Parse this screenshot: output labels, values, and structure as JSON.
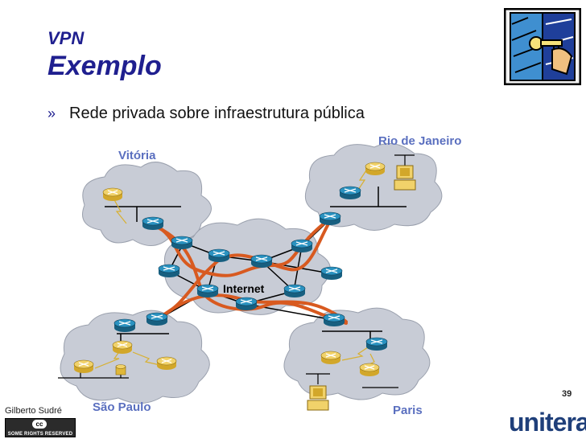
{
  "slide": {
    "title_small": "VPN",
    "title_large": "Exemplo",
    "bullet_mark": "»",
    "bullet_text": "Rede privada sobre infraestrutura pública",
    "author": "Gilberto Sudré",
    "page_number": "39",
    "brand": "unitera",
    "cc_badge": "cc",
    "cc_text": "SOME RIGHTS RESERVED"
  },
  "diagram": {
    "center_label": "Internet",
    "sites": [
      "Vitória",
      "Rio de Janeiro",
      "São Paulo",
      "Paris"
    ],
    "colors": {
      "cloud": "#c8ccd6",
      "router": "#1f7fa8",
      "tunnel": "#d85a20",
      "title": "#1f1f8f",
      "city": "#5a6fbf"
    }
  }
}
